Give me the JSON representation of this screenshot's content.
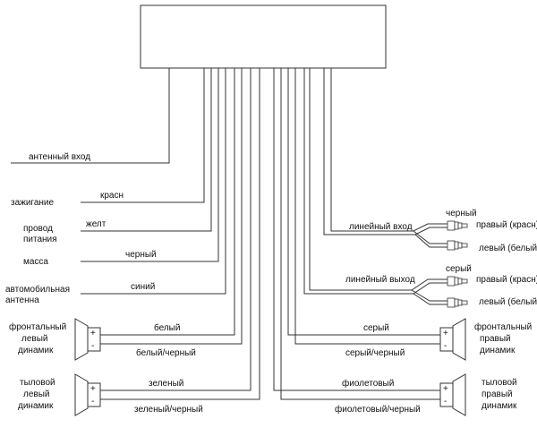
{
  "left_labels": {
    "antenna_input": "антенный вход",
    "ignition": "зажигание",
    "power_line1": "провод",
    "power_line2": "питания",
    "ground": "масса",
    "auto_antenna_line1": "автомобильная",
    "auto_antenna_line2": "антенна",
    "front_left_line1": "фронтальный",
    "front_left_line2": "левый",
    "front_left_line3": "динамик",
    "rear_left_line1": "тыловой",
    "rear_left_line2": "левый",
    "rear_left_line3": "динамик"
  },
  "wire_labels": {
    "ignition": "красн",
    "power": "желт",
    "ground": "черный",
    "auto_antenna": "синий",
    "front_left_plus": "белый",
    "front_left_minus": "белый/черный",
    "rear_left_plus": "зеленый",
    "rear_left_minus": "зеленый/черный",
    "front_right_plus": "серый",
    "front_right_minus": "серый/черный",
    "rear_right_plus": "фиолетовый",
    "rear_right_minus": "фиолетовый/черный",
    "line_in": "линейный вход",
    "line_out": "линейный выход"
  },
  "rca_labels": {
    "line_in_color": "черный",
    "line_in_right": "правый (красн)",
    "line_in_left": "левый (белый)",
    "line_out_color": "серый",
    "line_out_right": "правый (красн)",
    "line_out_left": "левый (белый)"
  },
  "right_labels": {
    "front_right_line1": "фронтальный",
    "front_right_line2": "правый",
    "front_right_line3": "динамик",
    "rear_right_line1": "тыловой",
    "rear_right_line2": "правый",
    "rear_right_line3": "динамик"
  },
  "terminals": {
    "plus": "+",
    "minus": "-"
  }
}
